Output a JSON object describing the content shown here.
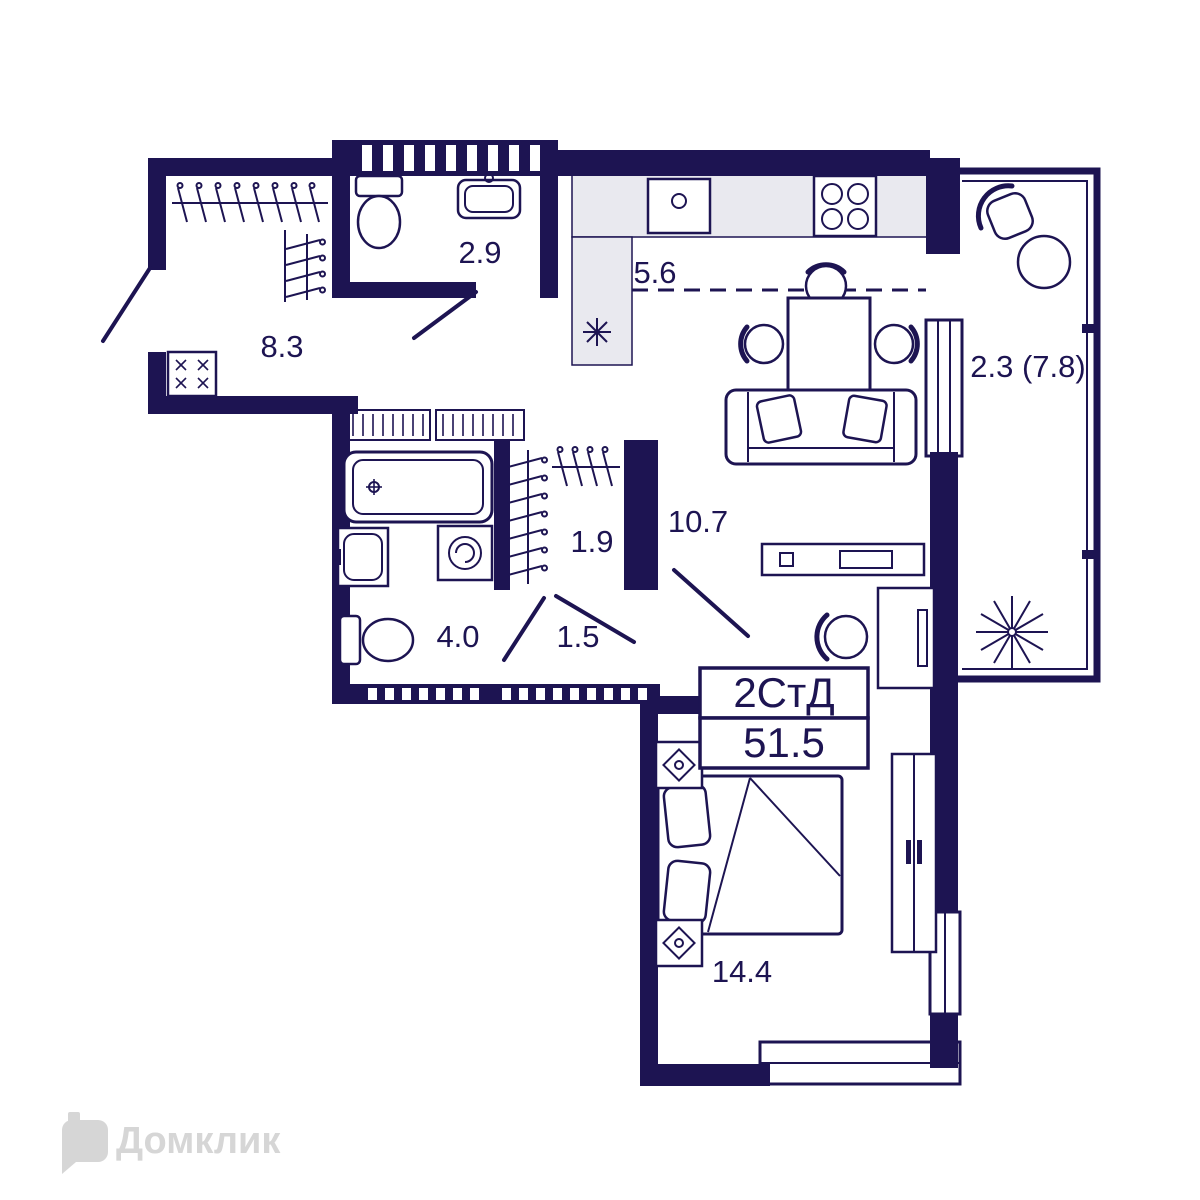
{
  "plan": {
    "type_label": "2СтД",
    "total_area": "51.5",
    "rooms": {
      "hallway": "8.3",
      "wc": "2.9",
      "kitchen": "5.6",
      "balcony": "2.3 (7.8)",
      "living": "10.7",
      "wardrobe": "1.9",
      "bathroom": "4.0",
      "hall": "1.5",
      "bedroom": "14.4"
    }
  },
  "watermark": {
    "brand": "Домклик"
  },
  "colors": {
    "wall": "#1d1452",
    "counter": "#e9e9ef",
    "watermark": "#d6d6d6",
    "background": "#ffffff"
  },
  "icons": {
    "logo": "domclick-house-icon",
    "furniture": [
      "hanger-rail",
      "toilet",
      "wash-sink",
      "kitchen-sink",
      "stove",
      "dining-table",
      "chair",
      "sofa",
      "tv-stand",
      "desk",
      "desk-chair",
      "bathtub",
      "washing-machine",
      "bed",
      "speaker-nightstand",
      "wardrobe-cabinet",
      "balcony-chair",
      "balcony-table",
      "plant",
      "electrical-panel",
      "snowflake-vent"
    ]
  }
}
